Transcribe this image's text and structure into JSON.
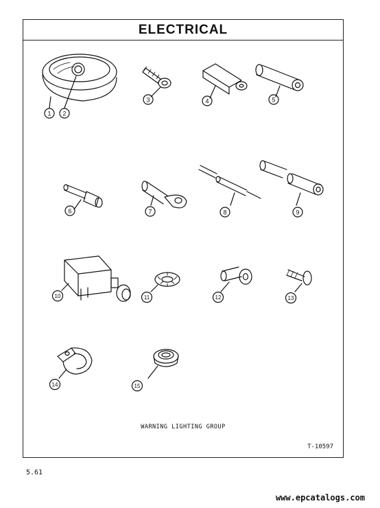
{
  "header": {
    "title": "ELECTRICAL"
  },
  "callouts": [
    "1",
    "2",
    "3",
    "4",
    "5",
    "6",
    "7",
    "8",
    "9",
    "10",
    "11",
    "12",
    "13",
    "14",
    "15"
  ],
  "caption": "WARNING LIGHTING GROUP",
  "drawing_number": "T-10597",
  "page_number": "5.61",
  "website": "www.epcatalogs.com"
}
